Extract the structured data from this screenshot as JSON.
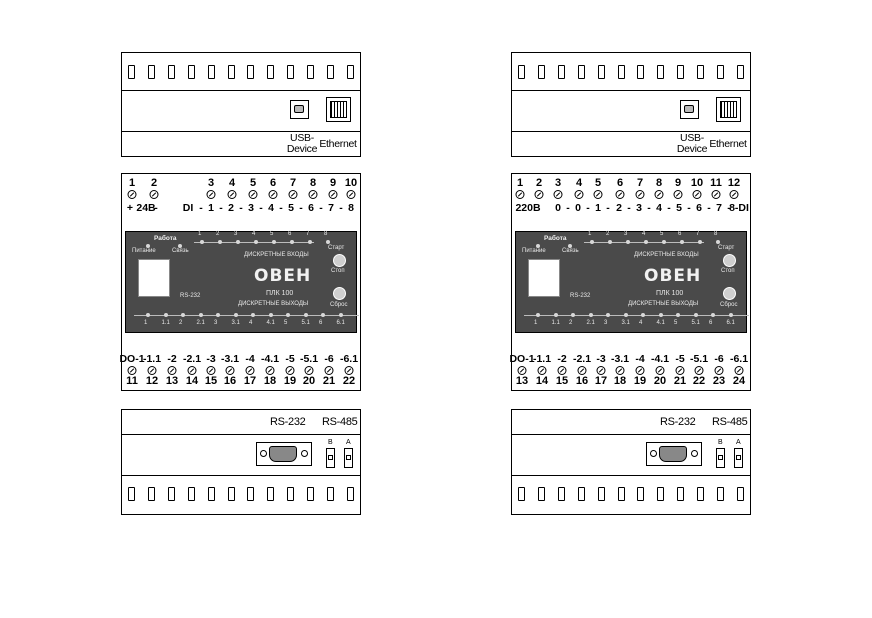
{
  "left_device": {
    "top_labels": {
      "usb": "USB-\nDevice",
      "ethernet": "Ethernet"
    },
    "top_numbers": [
      "1",
      "2",
      "3",
      "4",
      "5",
      "6",
      "7",
      "8",
      "9",
      "10"
    ],
    "top_row_labels": [
      "+",
      "24В",
      "-",
      "DI",
      "-",
      "1",
      "-",
      "2",
      "-",
      "3",
      "-",
      "4",
      "-",
      "5",
      "-",
      "6",
      "-",
      "7",
      "-",
      "8"
    ],
    "bottom_numbers": [
      "11",
      "12",
      "13",
      "14",
      "15",
      "16",
      "17",
      "18",
      "19",
      "20",
      "21",
      "22"
    ],
    "bottom_row_labels": [
      "DO-1",
      "-1.1",
      "-2",
      "-2.1",
      "-3",
      "-3.1",
      "-4",
      "-4.1",
      "-5",
      "-5.1",
      "-6",
      "-6.1"
    ]
  },
  "right_device": {
    "top_labels": {
      "usb": "USB-\nDevice",
      "ethernet": "Ethernet"
    },
    "top_numbers": [
      "1",
      "2",
      "3",
      "4",
      "5",
      "6",
      "7",
      "8",
      "9",
      "10",
      "11",
      "12"
    ],
    "top_row_labels": [
      "220В",
      "0",
      "-",
      "0",
      "-",
      "1",
      "-",
      "2",
      "-",
      "3",
      "-",
      "4",
      "-",
      "5",
      "-",
      "6",
      "-",
      "7",
      "-",
      "8-DI"
    ],
    "bottom_numbers": [
      "13",
      "14",
      "15",
      "16",
      "17",
      "18",
      "19",
      "20",
      "21",
      "22",
      "23",
      "24"
    ],
    "bottom_row_labels": [
      "DO-1",
      "-1.1",
      "-2",
      "-2.1",
      "-3",
      "-3.1",
      "-4",
      "-4.1",
      "-5",
      "-5.1",
      "-6",
      "-6.1"
    ]
  },
  "panel": {
    "work": "Работа",
    "power": "Питание",
    "link": "Связь",
    "di_title": "ДИСКРЕТНЫЕ ВХОДЫ",
    "do_title": "ДИСКРЕТНЫЕ ВЫХОДЫ",
    "di_leds": [
      "1",
      "2",
      "3",
      "4",
      "5",
      "6",
      "7",
      "8"
    ],
    "do_leds": [
      "1",
      "1.1",
      "2",
      "2.1",
      "3",
      "3.1",
      "4",
      "4.1",
      "5",
      "5.1",
      "6",
      "6.1"
    ],
    "rs232": "RS-232",
    "logo": "ОВЕН",
    "model": "ПЛК 100",
    "start": "Старт",
    "stop": "Стоп",
    "reset": "Сброс"
  },
  "bottom_section": {
    "rs232": "RS-232",
    "rs485": "RS-485",
    "b": "B",
    "a": "A"
  }
}
